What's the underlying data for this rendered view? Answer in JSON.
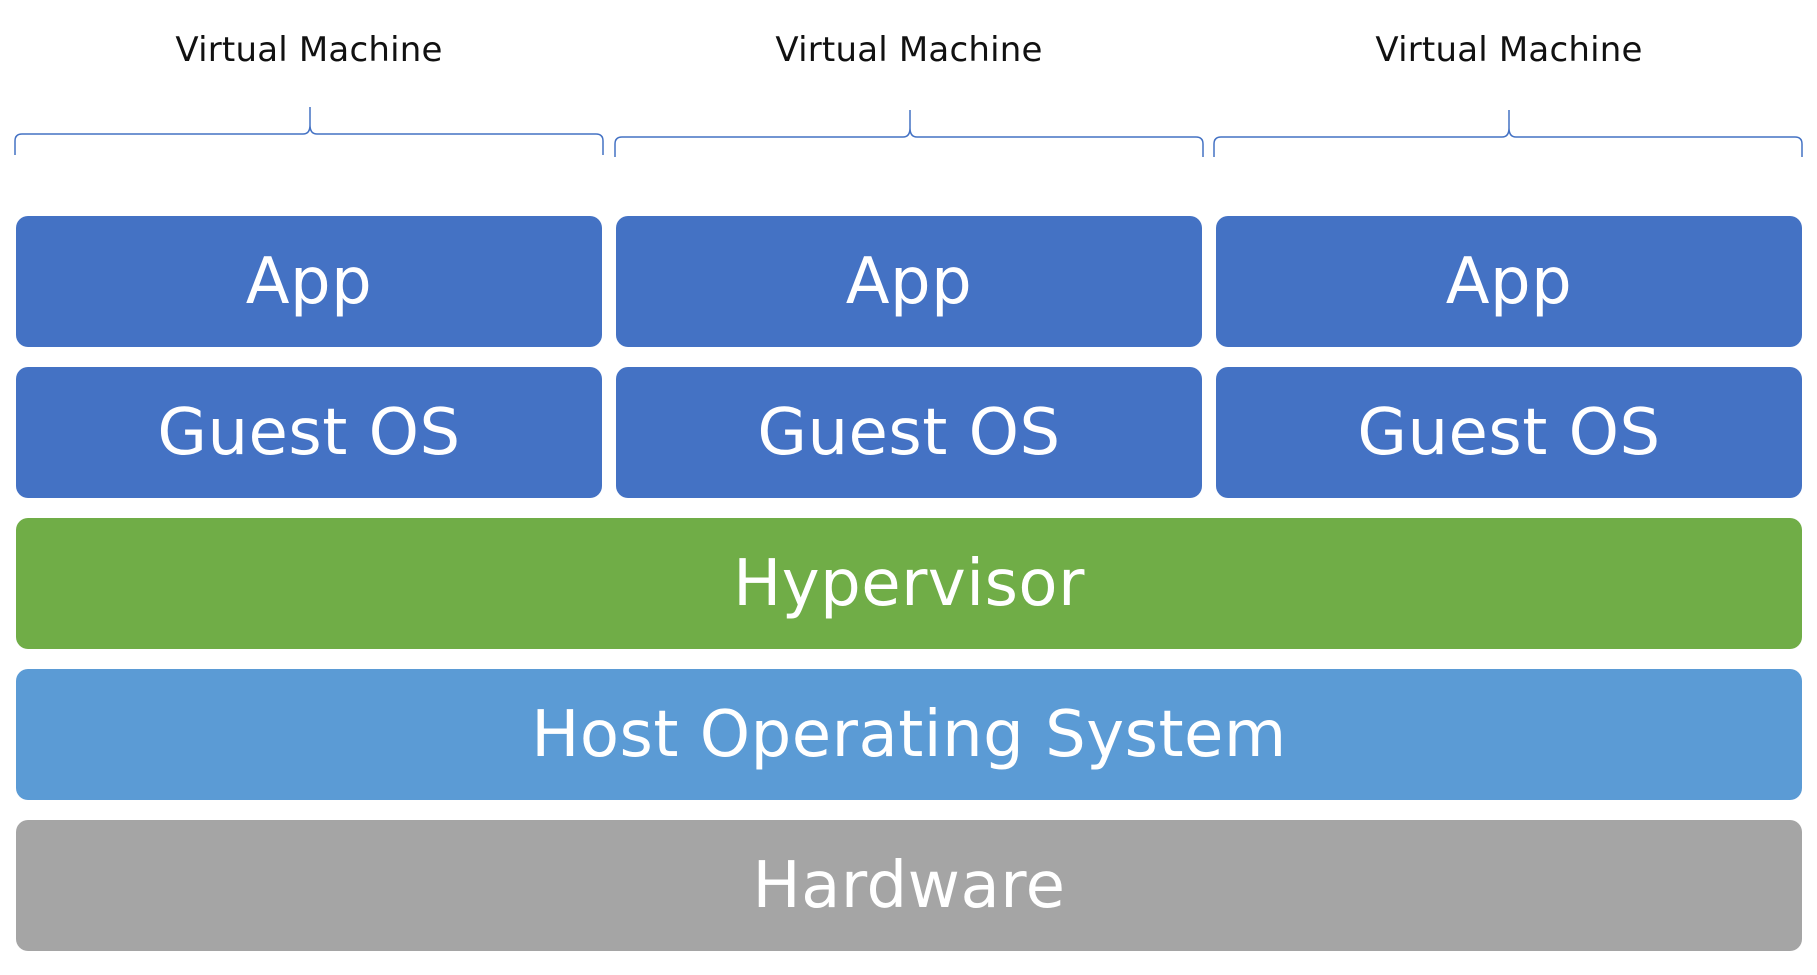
{
  "virtual_machines": [
    {
      "label": "Virtual Machine",
      "app": "App",
      "guest_os": "Guest OS"
    },
    {
      "label": "Virtual Machine",
      "app": "App",
      "guest_os": "Guest OS"
    },
    {
      "label": "Virtual Machine",
      "app": "App",
      "guest_os": "Guest OS"
    }
  ],
  "layers": {
    "hypervisor": "Hypervisor",
    "host_os": "Host Operating System",
    "hardware": "Hardware"
  },
  "colors": {
    "vm_block": "#4472C4",
    "hypervisor": "#70AD47",
    "host_os": "#5B9BD5",
    "hardware": "#A5A5A5",
    "brace": "#4472C4"
  }
}
